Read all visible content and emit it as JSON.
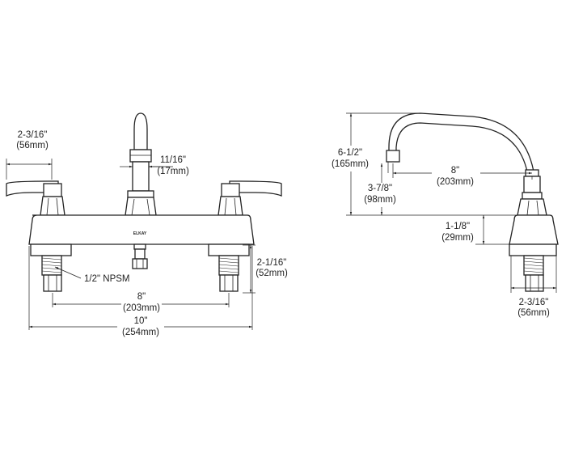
{
  "front_view": {
    "dim_handle_ext": {
      "imperial": "2-3/16\"",
      "metric": "(56mm)"
    },
    "dim_spout_dia": {
      "imperial": "11/16\"",
      "metric": "(17mm)"
    },
    "dim_deck_height": {
      "imperial": "2-1/16\"",
      "metric": "(52mm)"
    },
    "dim_centers": {
      "imperial": "8\"",
      "metric": "(203mm)"
    },
    "dim_overall_width": {
      "imperial": "10\"",
      "metric": "(254mm)"
    },
    "thread_callout": "1/2\" NPSM",
    "brand": "ELKAY"
  },
  "side_view": {
    "dim_spout_height": {
      "imperial": "6-1/2\"",
      "metric": "(165mm)"
    },
    "dim_spout_reach": {
      "imperial": "8\"",
      "metric": "(203mm)"
    },
    "dim_outlet_height": {
      "imperial": "3-7/8\"",
      "metric": "(98mm)"
    },
    "dim_base_height": {
      "imperial": "1-1/8\"",
      "metric": "(29mm)"
    },
    "dim_shank_width": {
      "imperial": "2-3/16\"",
      "metric": "(56mm)"
    }
  }
}
